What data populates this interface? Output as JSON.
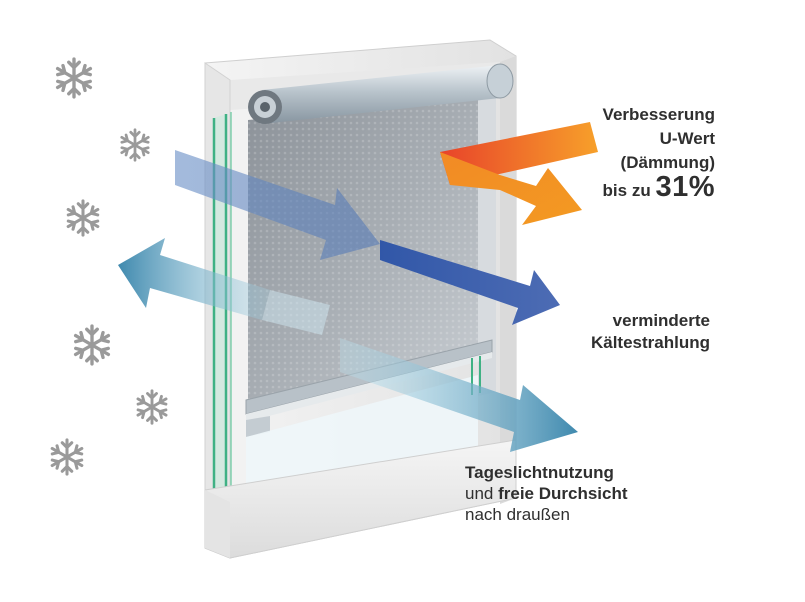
{
  "labels": {
    "uwert": {
      "line1": "Verbesserung",
      "line2": "U-Wert",
      "line3": "(Dämmung)",
      "line4_prefix": "bis zu ",
      "line4_value": "31%"
    },
    "kaelte": {
      "line1": "verminderte",
      "line2": "Kältestrahlung"
    },
    "daylight": {
      "line1": "Tageslichtnutzung",
      "line2_prefix": "und ",
      "line2_bold": "freie Durchsicht",
      "line3": "nach draußen"
    }
  },
  "colors": {
    "warm_arrow": "#f08a2a",
    "warm_arrow_dark": "#e24a24",
    "cold_arrow": "#3d6fbf",
    "light_arrow": "#5aa0bf",
    "glass_edge": "#5fc29a",
    "snowflake": "#9a9a9a",
    "text": "#2f2f2f"
  },
  "icons": {
    "snowflake": "snowflake-icon",
    "count": 6
  }
}
